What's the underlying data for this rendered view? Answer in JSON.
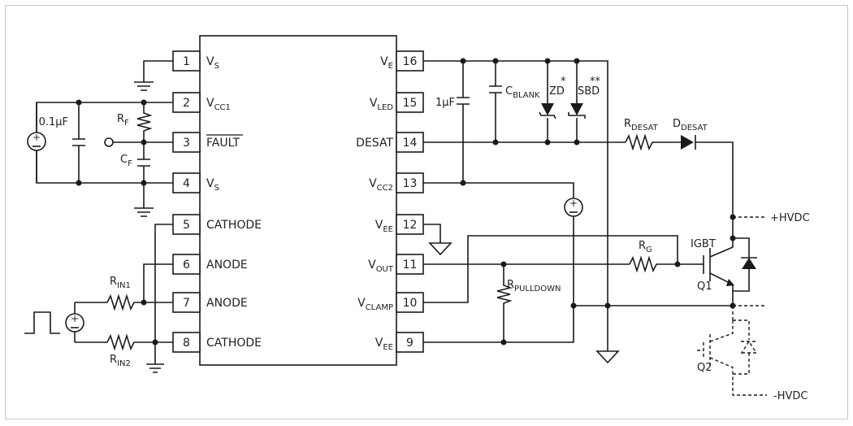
{
  "chip": {
    "left_pins": [
      {
        "num": "1",
        "name": "V",
        "sub": "S"
      },
      {
        "num": "2",
        "name": "V",
        "sub": "CC1"
      },
      {
        "num": "3",
        "name": "FAULT",
        "sub": ""
      },
      {
        "num": "4",
        "name": "V",
        "sub": "S"
      },
      {
        "num": "5",
        "name": "CATHODE",
        "sub": ""
      },
      {
        "num": "6",
        "name": "ANODE",
        "sub": ""
      },
      {
        "num": "7",
        "name": "ANODE",
        "sub": ""
      },
      {
        "num": "8",
        "name": "CATHODE",
        "sub": ""
      }
    ],
    "right_pins": [
      {
        "num": "16",
        "name": "V",
        "sub": "E"
      },
      {
        "num": "15",
        "name": "V",
        "sub": "LED"
      },
      {
        "num": "14",
        "name": "DESAT",
        "sub": ""
      },
      {
        "num": "13",
        "name": "V",
        "sub": "CC2"
      },
      {
        "num": "12",
        "name": "V",
        "sub": "EE"
      },
      {
        "num": "11",
        "name": "V",
        "sub": "OUT"
      },
      {
        "num": "10",
        "name": "V",
        "sub": "CLAMP"
      },
      {
        "num": "9",
        "name": "V",
        "sub": "EE"
      }
    ]
  },
  "labels": {
    "cap_0_1uF": "0.1μF",
    "rf_main": "R",
    "rf_sub": "F",
    "cf_main": "C",
    "cf_sub": "F",
    "cap_1uF": "1μF",
    "cblank_main": "C",
    "cblank_sub": "BLANK",
    "zd": "ZD",
    "zd_star": "*",
    "sbd": "SBD",
    "sbd_star": "**",
    "rdesat_main": "R",
    "rdesat_sub": "DESAT",
    "ddesat_main": "D",
    "ddesat_sub": "DESAT",
    "hvdc_plus": "+HVDC",
    "hvdc_minus": "-HVDC",
    "igbt": "IGBT",
    "q1": "Q1",
    "q2": "Q2",
    "rg_main": "R",
    "rg_sub": "G",
    "rpulldown_main": "R",
    "rpulldown_sub": "PULLDOWN",
    "rin1_main": "R",
    "rin1_sub": "IN1",
    "rin2_main": "R",
    "rin2_sub": "IN2"
  }
}
